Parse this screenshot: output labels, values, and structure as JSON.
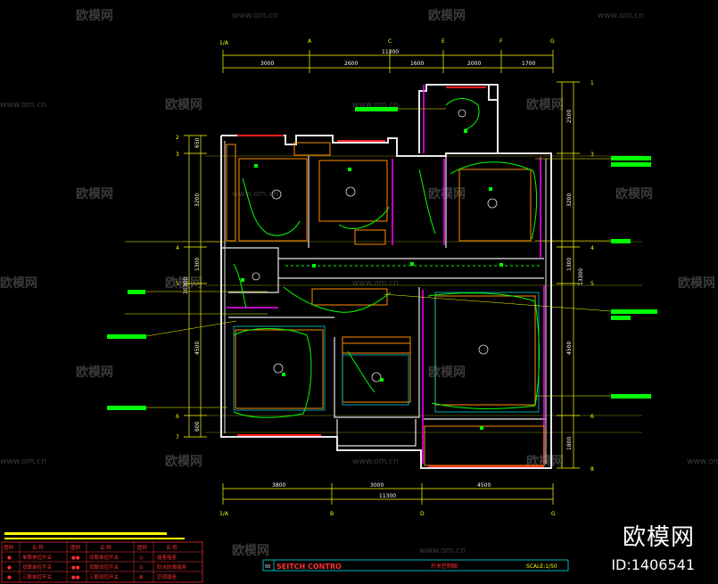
{
  "watermark": {
    "brand": "欧模网",
    "url": "www.om.cn"
  },
  "brand": {
    "name": "欧模网",
    "id": "ID:1406541"
  },
  "top_dims": [
    "3000",
    "2600",
    "1600",
    "2000",
    "1700"
  ],
  "top_total": "11300",
  "top_axes": [
    "1/A",
    "A",
    "C",
    "E",
    "F",
    "G"
  ],
  "bottom_dims": [
    "3800",
    "3000",
    "4500"
  ],
  "bottom_total": "11300",
  "bottom_axes": [
    "1/A",
    "B",
    "D",
    "G"
  ],
  "left_dims": [
    "650",
    "3200",
    "1300",
    "4500",
    "600"
  ],
  "left_total": "10300",
  "left_axes": [
    "2",
    "3",
    "4",
    "5",
    "6",
    "7"
  ],
  "right_dims": [
    "2500",
    "3200",
    "1300",
    "4500",
    "1800"
  ],
  "right_total": "13300",
  "right_axes": [
    "1",
    "3",
    "4",
    "5",
    "6",
    "8"
  ],
  "title_block": {
    "text": "SEITCH CONTRO",
    "subtitle": "开关控制图",
    "scale": "SCALE:1/50",
    "number": "50"
  },
  "legend": {
    "headers": [
      "图例",
      "名 称",
      "图例",
      "名 称",
      "图例",
      "名 称"
    ],
    "rows": [
      [
        "●",
        "单联单控开关",
        "●●",
        "双联单控开关",
        "◎",
        "插座插座"
      ],
      [
        "●",
        "双联单控开关",
        "●●",
        "双联双控开关",
        "⊡",
        "防水防溅插座"
      ],
      [
        "●",
        "三联单控开关",
        "●●",
        "三联双控开关",
        "⊠",
        "空调插座"
      ]
    ]
  },
  "colors": {
    "wall": "#e0e0e0",
    "dim": "#ffff00",
    "wire": "#00ff00",
    "partition": "#ff00ff",
    "furniture": "#ff8c00",
    "red": "#ff2020",
    "cyan": "#00ffff",
    "label": "#00ff00"
  }
}
